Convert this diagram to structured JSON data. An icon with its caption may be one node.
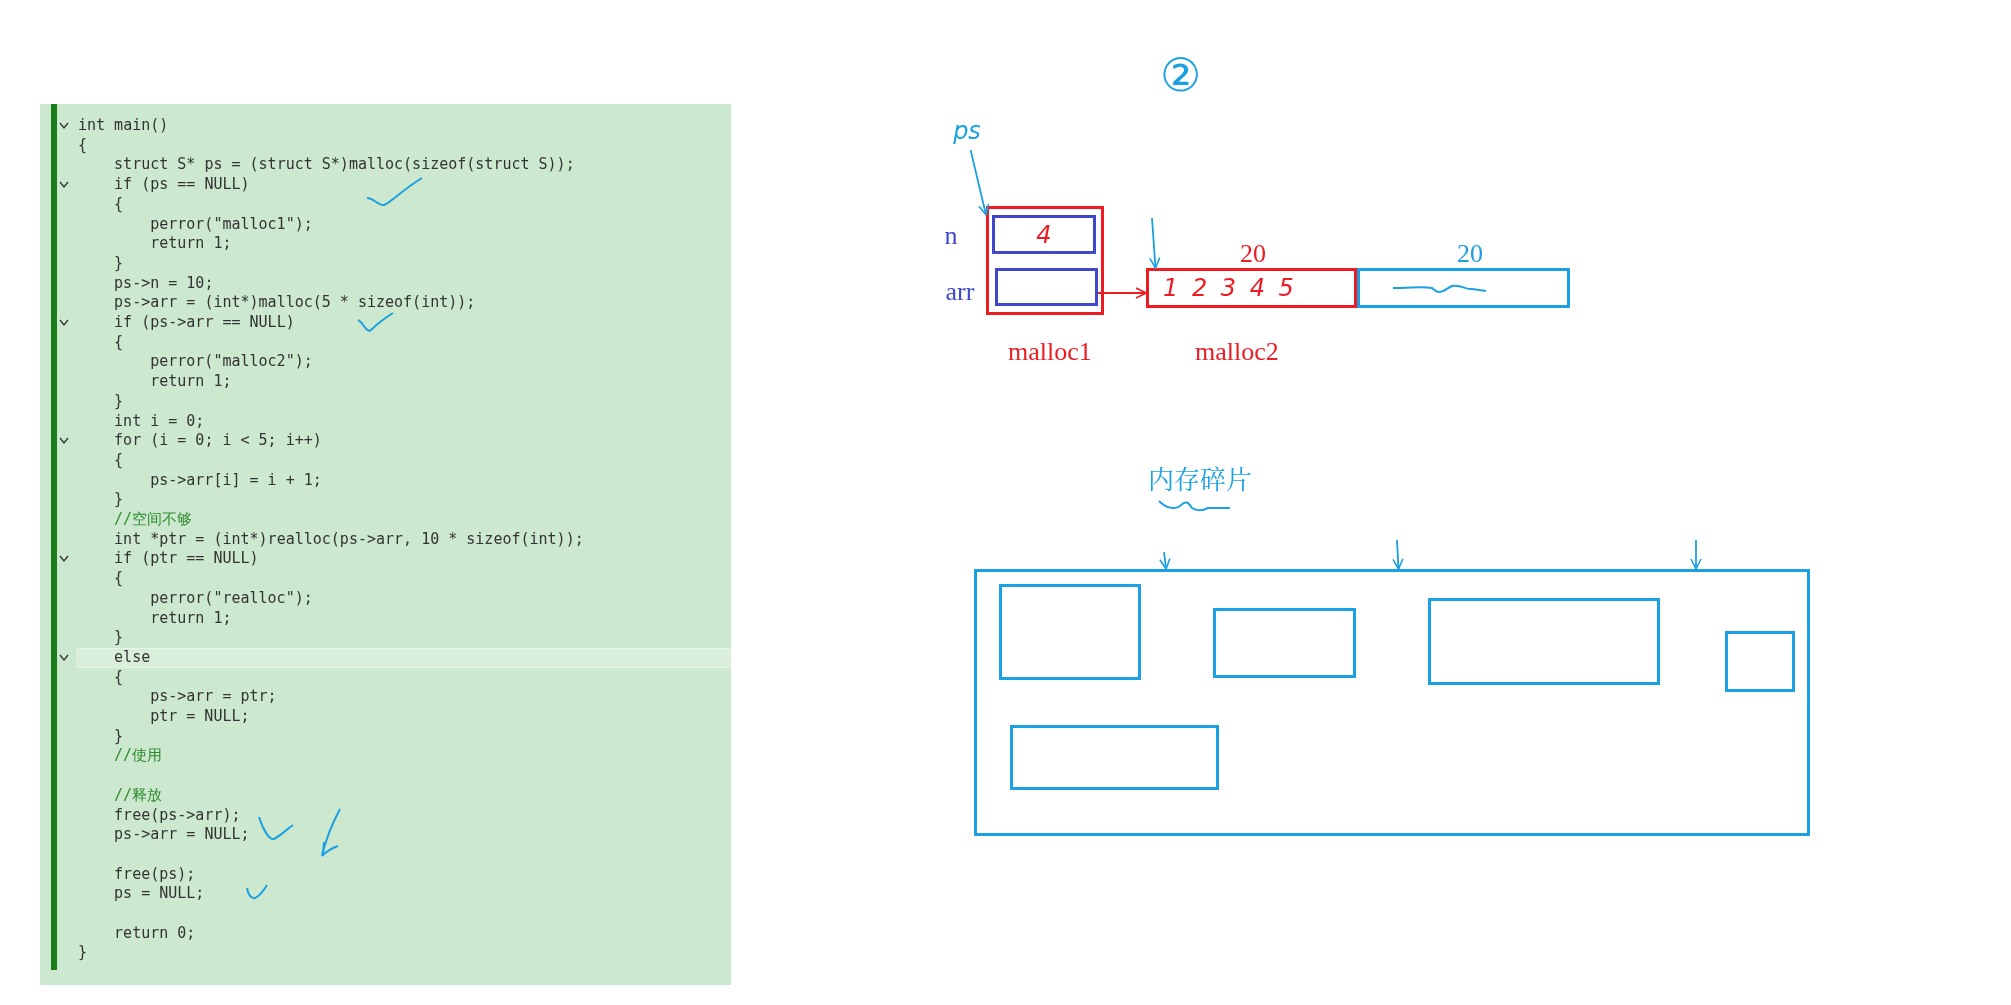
{
  "diagram": {
    "nodes": [
      {
        "text": [
          "ps"
        ]
      },
      {
        "text": [],
        "shape": "box",
        "beside": [
          "malloc1"
        ]
      },
      {
        "text": [
          "4"
        ],
        "in": 1,
        "beside": [
          "n"
        ]
      },
      {
        "text": [],
        "shape": "box",
        "in": 1,
        "beside": [
          "arr"
        ]
      },
      {
        "text": [
          "1 2 3 4 5"
        ],
        "beside": [
          "20",
          "malloc2"
        ]
      },
      {
        "text": [],
        "shape": "box",
        "beside": [
          "20"
        ]
      },
      {
        "text": [
          "内存碎片"
        ]
      },
      {
        "text": [],
        "shape": "box"
      },
      {
        "text": [],
        "shape": "box",
        "in": 7
      },
      {
        "text": [],
        "shape": "box",
        "in": 7
      },
      {
        "text": [],
        "shape": "box",
        "in": 7
      },
      {
        "text": [],
        "shape": "box",
        "in": 7
      },
      {
        "text": [],
        "shape": "box",
        "in": 7
      }
    ],
    "edges": [
      {
        "from": 0,
        "to": 1,
        "arrow": "to"
      },
      {
        "from": 3,
        "to": 4,
        "arrow": "to",
        "color": "#ed1c24"
      },
      {
        "from": null,
        "to": 4,
        "arrow": "to"
      },
      {
        "from": null,
        "to": 7,
        "arrow": "to"
      },
      {
        "from": null,
        "to": 7,
        "arrow": "to"
      },
      {
        "from": null,
        "to": 7,
        "arrow": "to"
      }
    ],
    "labels": [
      "int main()",
      "{",
      "struct S* ps = (struct S*)malloc(sizeof(struct S));",
      "if (ps == NULL)",
      "{",
      "perror(\"malloc1\");",
      "return 1;",
      "}",
      "ps->n = 10;",
      "ps->arr = (int*)malloc(5 * sizeof(int));",
      "if (ps->arr == NULL)",
      "{",
      "perror(\"malloc2\");",
      "return 1;",
      "}",
      "int i = 0;",
      "for (i = 0; i < 5; i++)",
      "{",
      "ps->arr[i] = i + 1;",
      "}",
      "//空间不够",
      "int *ptr = (int*)realloc(ps->arr, 10 * sizeof(int));",
      "if (ptr == NULL)",
      "{",
      "perror(\"realloc\");",
      "return 1;",
      "}",
      "else",
      "{",
      "ps->arr = ptr;",
      "ptr = NULL;",
      "}",
      "//使用",
      "//释放",
      "free(ps->arr);",
      "ps->arr = NULL;",
      "free(ps);",
      "ps = NULL;",
      "return 0;",
      "}",
      "②"
    ]
  }
}
